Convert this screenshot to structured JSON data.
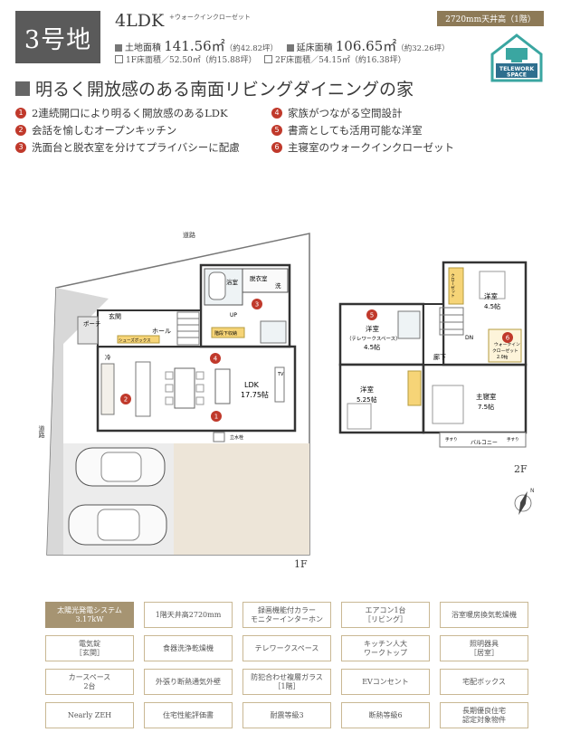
{
  "header": {
    "lot": "3号地",
    "layout_type": "4LDK",
    "layout_sub": "+ウォークインクローゼット",
    "ceiling_tag": "2720mm天井高（1階）",
    "land_area": {
      "label": "土地面積",
      "value": "141.56㎡",
      "tsubo": "（約42.82坪）"
    },
    "floor_area_total": {
      "label": "延床面積",
      "value": "106.65㎡",
      "tsubo": "（約32.26坪）"
    },
    "floor1": {
      "label": "1F床面積",
      "value": "／52.50㎡",
      "tsubo": "（約15.88坪）"
    },
    "floor2": {
      "label": "2F床面積",
      "value": "／54.15㎡",
      "tsubo": "（約16.38坪）"
    },
    "telework_badge": [
      "TELEWORK",
      "SPACE"
    ]
  },
  "headline": "明るく開放感のある南面リビングダイニングの家",
  "features": [
    {
      "num": "1",
      "text": "2連続開口により明るく開放感のあるLDK"
    },
    {
      "num": "2",
      "text": "会話を愉しむオープンキッチン"
    },
    {
      "num": "3",
      "text": "洗面台と脱衣室を分けてプライバシーに配慮"
    },
    {
      "num": "4",
      "text": "家族がつながる空間設計"
    },
    {
      "num": "5",
      "text": "書斎としても活用可能な洋室"
    },
    {
      "num": "6",
      "text": "主寝室のウォークインクローゼット"
    }
  ],
  "plan1f": {
    "road_top": "道路",
    "road_left": "道路",
    "porch": "ポーチ",
    "entrance": "玄関",
    "bath": "浴室",
    "dressing": "脱衣室",
    "wash": "洗",
    "hall": "ホール",
    "storage": "階段下収納",
    "shoes": "シューズボックス",
    "fridge": "冷",
    "ldk": "LDK",
    "ldk_size": "17.75帖",
    "tv": "TV",
    "up": "UP",
    "tachimizu": "立水栓",
    "label": "1F",
    "markers": [
      "1",
      "2",
      "3",
      "4"
    ]
  },
  "plan2f": {
    "room5_title": "洋室",
    "room5_sub": "（テレワークスペース）",
    "room5_size": "4.5帖",
    "room_ne": "洋室",
    "room_ne_size": "4.5帖",
    "room_sw": "洋室",
    "room_sw_size": "5.25帖",
    "master": "主寝室",
    "master_size": "7.5帖",
    "wic": "ウォークイン",
    "wic2": "クローゼット",
    "wic_size": "2.0帖",
    "corridor": "廊下",
    "dn": "DN",
    "closet": "クローゼット",
    "balcony": "バルコニー",
    "handrail": "手すり",
    "label": "2F",
    "markers": [
      "5",
      "6"
    ]
  },
  "compass": "N",
  "specs": [
    [
      "太陽光発電システム",
      "3.17kW"
    ],
    [
      "1階天井高2720mm"
    ],
    [
      "録画機能付カラー",
      "モニターインターホン"
    ],
    [
      "エアコン1台",
      "［リビング］"
    ],
    [
      "浴室暖房換気乾燥機"
    ],
    [
      "電気錠",
      "［玄関］"
    ],
    [
      "食器洗浄乾燥機"
    ],
    [
      "テレワークスペース"
    ],
    [
      "キッチン人大",
      "ワークトップ"
    ],
    [
      "照明器具",
      "［居室］"
    ],
    [
      "カースペース",
      "2台"
    ],
    [
      "外張り断熱通気外壁"
    ],
    [
      "防犯合わせ複層ガラス",
      "［1階］"
    ],
    [
      "EVコンセント"
    ],
    [
      "宅配ボックス"
    ],
    [
      "Nearly ZEH"
    ],
    [
      "住宅性能評価書"
    ],
    [
      "耐震等級3"
    ],
    [
      "断熱等級6"
    ],
    [
      "長期優良住宅",
      "認定対象物件"
    ]
  ],
  "colors": {
    "accent": "#8d7a57",
    "marker": "#c0392b",
    "badge": "#5a5a5a"
  }
}
